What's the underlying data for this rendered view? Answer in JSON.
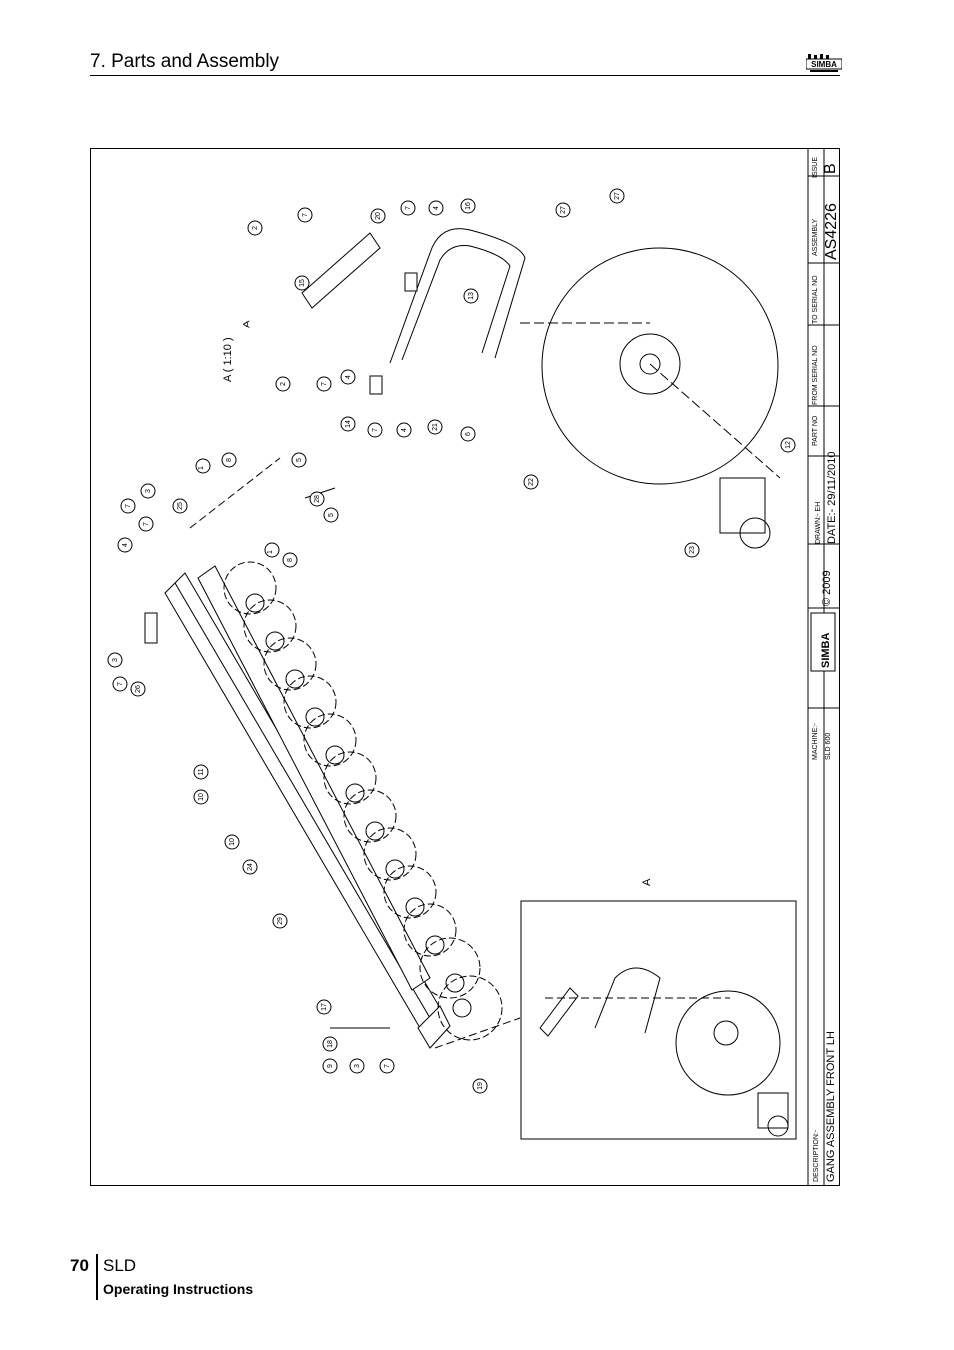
{
  "header": {
    "title": "7. Parts and Assembly",
    "logo_text": "SIMBA"
  },
  "drawing": {
    "view_label": "A ( 1:10 )",
    "section_marker": "A",
    "title_block": {
      "description_label": "DESCRIPTION:-",
      "description": "GANG ASSEMBLY FRONT LH",
      "machine_label": "MACHINE:-",
      "machine": "SLD 600",
      "copyright": "© 2009",
      "drawn": "DRAWN:- EH",
      "date": "DATE:- 29/11/2010",
      "part_no_label": "PART NO",
      "from_serial_label": "FROM SERIAL NO",
      "to_serial_label": "TO SERIAL NO",
      "assembly_label": "ASSEMBLY",
      "assembly": "AS4226",
      "issue_label": "ISSUE",
      "issue": "B"
    },
    "balloons": [
      "1",
      "2",
      "3",
      "4",
      "5",
      "6",
      "7",
      "8",
      "9",
      "10",
      "11",
      "12",
      "13",
      "14",
      "15",
      "16",
      "17",
      "18",
      "19",
      "20",
      "21",
      "22",
      "23",
      "24",
      "25",
      "26",
      "27",
      "28",
      "29"
    ]
  },
  "footer": {
    "page_number": "70",
    "model": "SLD",
    "subtitle": "Operating Instructions"
  }
}
